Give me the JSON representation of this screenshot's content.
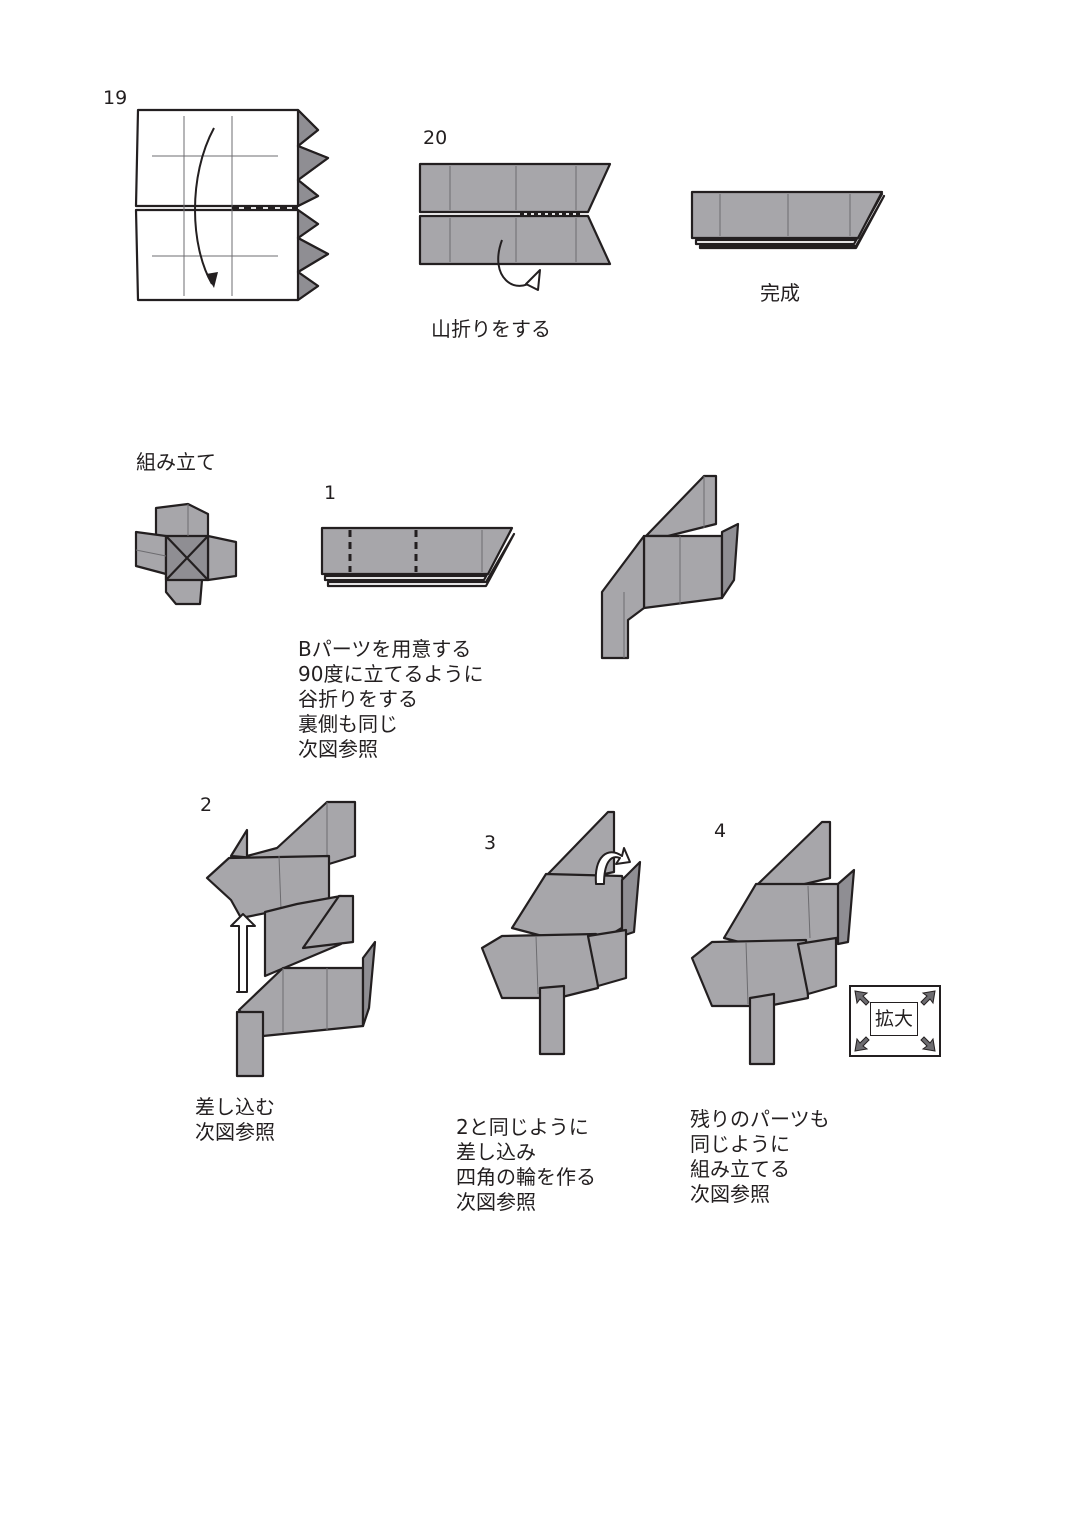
{
  "steps": {
    "s19": "19",
    "s20": "20",
    "s1": "1",
    "s2": "2",
    "s3": "3",
    "s4": "4"
  },
  "captions": {
    "mountain_fold": "山折りをする",
    "complete": "完成",
    "assembly": "組み立て",
    "step1": [
      "Bパーツを用意する",
      "90度に立てるように",
      "谷折りをする",
      "裏側も同じ",
      "次図参照"
    ],
    "step2": [
      "差し込む",
      "次図参照"
    ],
    "step3": [
      "2と同じように",
      "差し込み",
      "四角の輪を作る",
      "次図参照"
    ],
    "step4": [
      "残りのパーツも",
      "同じように",
      "組み立てる",
      "次図参照"
    ]
  },
  "badge": {
    "label": "拡大"
  },
  "colors": {
    "paper": "#a7a6aa",
    "line": "#231f20",
    "background": "#ffffff"
  }
}
